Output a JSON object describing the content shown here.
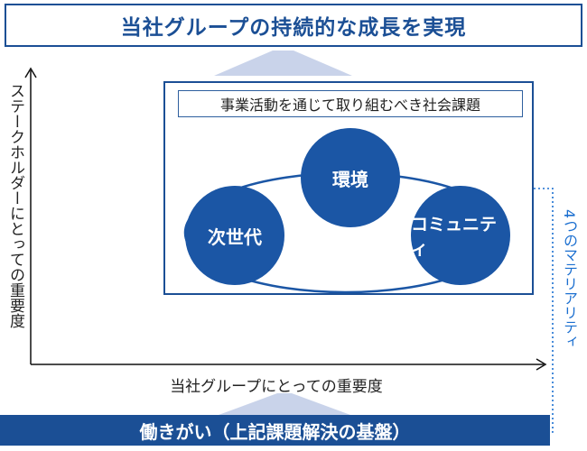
{
  "header": {
    "title": "当社グループの持続的な成長を実現"
  },
  "axes": {
    "y_label": "ステークホルダーにとっての重要度",
    "x_label": "当社グループにとっての重要度"
  },
  "issues_box": {
    "title": "事業活動を通じて取り組むべき社会課題",
    "circles": [
      "環境",
      "次世代",
      "コミュニティ"
    ]
  },
  "side_label": "4つのマテリアリティ",
  "footer": {
    "label": "働きがい（上記課題解決の基盤）"
  },
  "colors": {
    "primary": "#1b4f95",
    "circle": "#1b56a5",
    "accent_light": "#c9d3ea",
    "dotted_line": "#1b6fd0"
  }
}
